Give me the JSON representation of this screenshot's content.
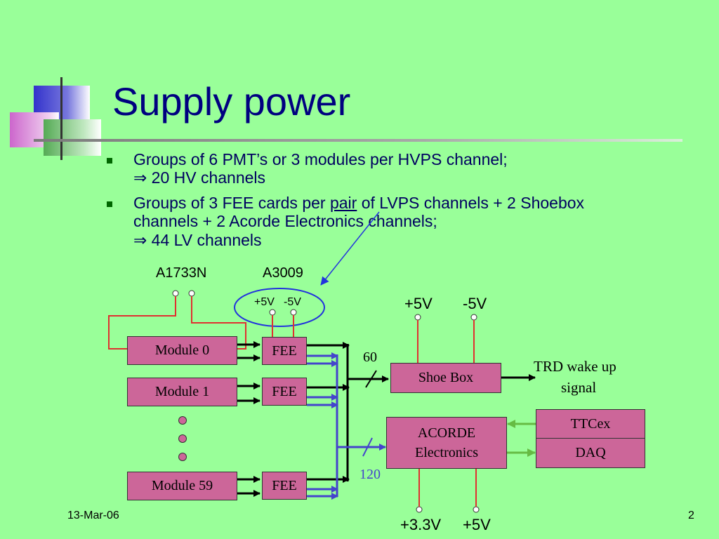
{
  "slide": {
    "title": "Supply power",
    "bullets": [
      {
        "line1": "Groups of 6 PMT’s or 3 modules per HVPS channel;",
        "line2": "⇒ 20 HV channels"
      },
      {
        "line1_pre": "Groups of 3 FEE cards per ",
        "line1_u": "pair",
        "line1_post": " of LVPS channels + 2 Shoebox",
        "line2": "channels + 2 Acorde Electronics channels;",
        "line3": "⇒ 44 LV channels"
      }
    ],
    "footer_date": "13-Mar-06",
    "page_number": "2"
  },
  "diagram": {
    "hv_label": "A1733N",
    "lv_label": "A3009",
    "lv_plus": "+5V",
    "lv_minus": "-5V",
    "modules": [
      "Module 0",
      "Module 1",
      "Module 59"
    ],
    "fee": "FEE",
    "bus_count_top": "60",
    "bus_count_bottom": "120",
    "shoebox": "Shoe Box",
    "shoebox_plus": "+5V",
    "shoebox_minus": "-5V",
    "trd_line1": "TRD wake up",
    "trd_line2": "signal",
    "acorde_line1": "ACORDE",
    "acorde_line2": "Electronics",
    "acorde_v1": "+3.3V",
    "acorde_v2": "+5V",
    "ttcex": "TTCex",
    "daq": "DAQ"
  },
  "colors": {
    "background": "#99ff99",
    "title": "#000080",
    "box_fill": "#cc6699",
    "hv_wire": "#e03030",
    "bus_blue": "#4444cc",
    "ellipse": "#2233dd",
    "green_arrow": "#66bb44"
  }
}
